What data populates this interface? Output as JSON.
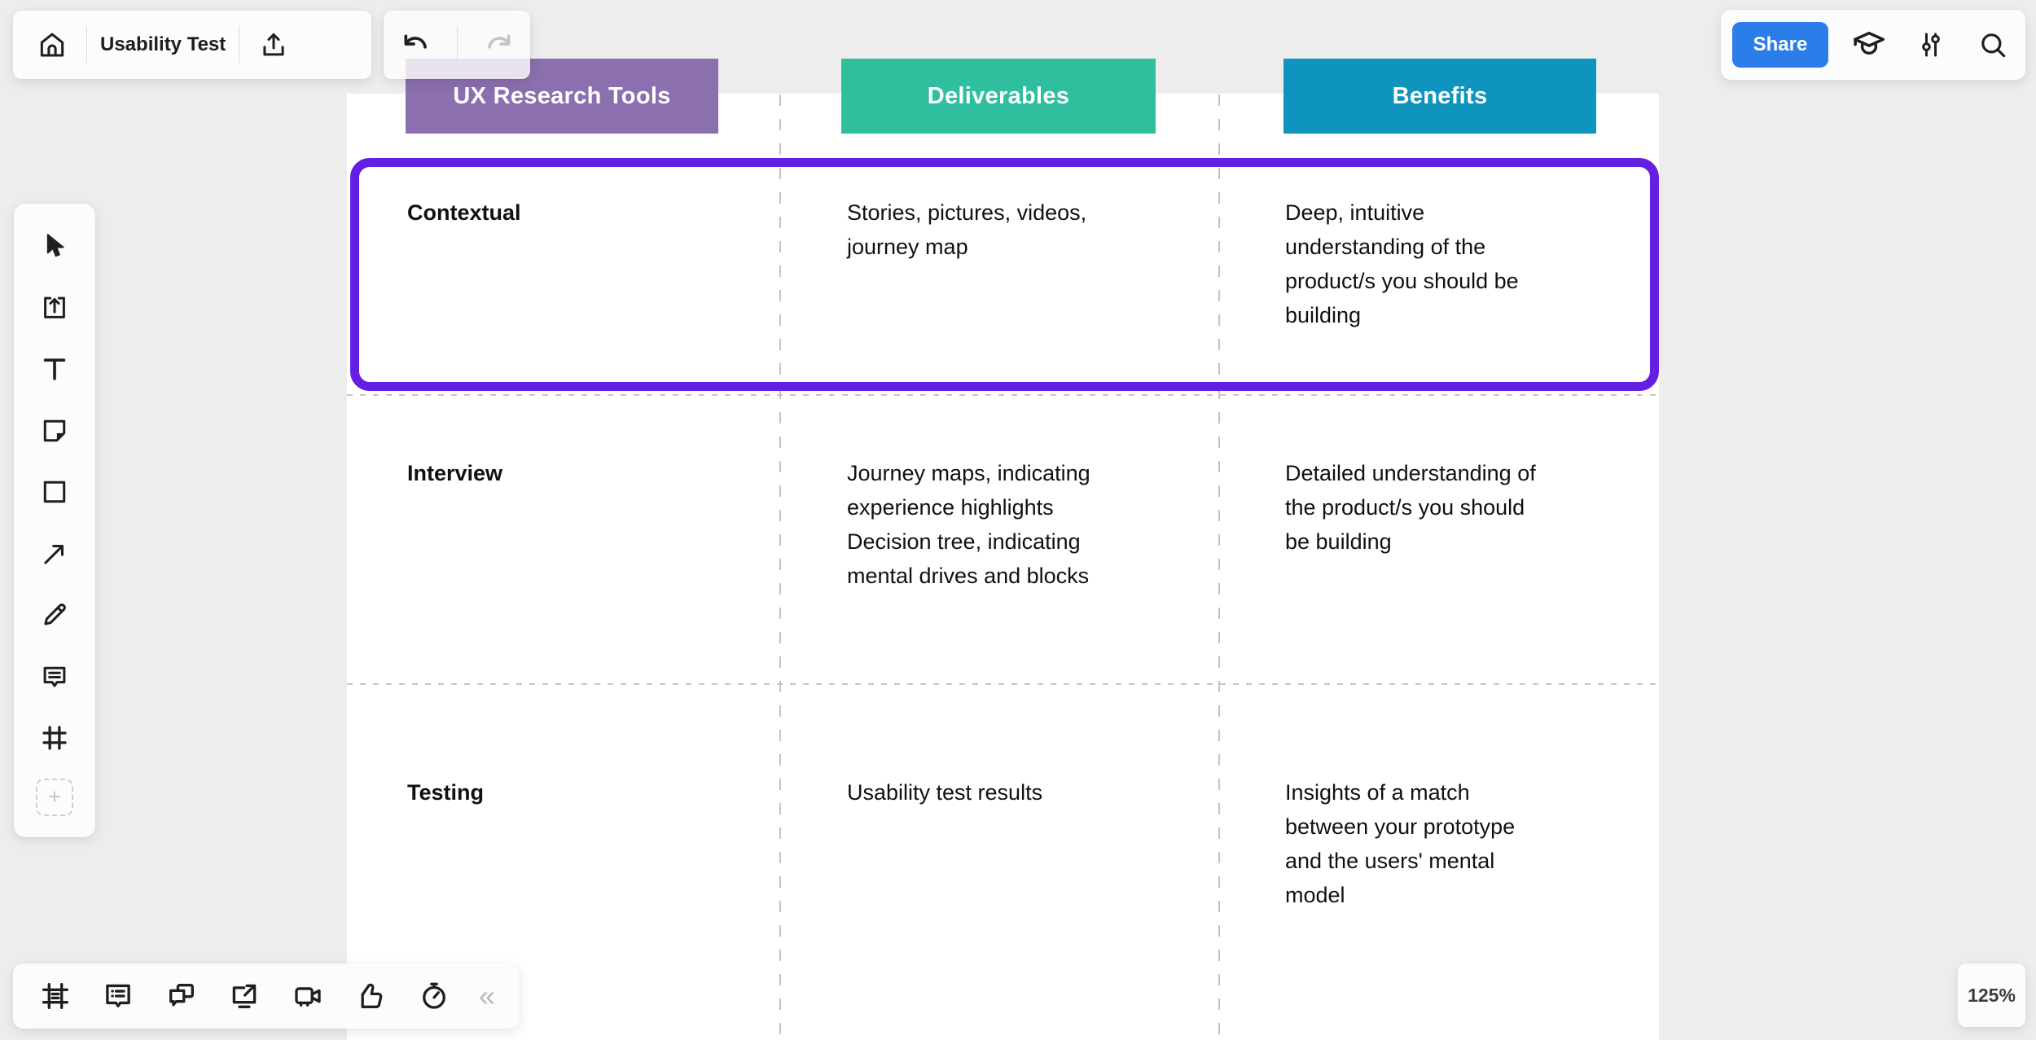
{
  "top_bar": {
    "board_title": "Usability Test",
    "share_label": "Share"
  },
  "zoom_indicator": "125%",
  "collapse_glyph": "«",
  "more_glyph": "+",
  "left_toolbar_tools": [
    "select",
    "upload",
    "text",
    "sticky-note",
    "shape",
    "arrow",
    "pen",
    "comment",
    "frame",
    "more"
  ],
  "bottom_toolbar_tools": [
    "frames",
    "notes",
    "chat",
    "present",
    "video-camera",
    "reactions",
    "timer",
    "collapse"
  ],
  "table": {
    "columns": [
      {
        "label": "UX Research Tools",
        "color": "#8b6fae"
      },
      {
        "label": "Deliverables",
        "color": "#2fbf9f"
      },
      {
        "label": "Benefits",
        "color": "#0f95bd"
      }
    ],
    "rows": [
      {
        "tool": "Contextual",
        "deliverables": "Stories, pictures, videos, journey map",
        "benefits": "Deep, intuitive understanding of the product/s you should be building",
        "selected": true
      },
      {
        "tool": "Interview",
        "deliverables": "Journey maps, indicating experience highlights Decision tree, indicating mental drives and blocks",
        "benefits": "Detailed understanding of the product/s you should be building",
        "selected": false
      },
      {
        "tool": "Testing",
        "deliverables": "Usability test results",
        "benefits": "Insights of a match between your prototype and the users' mental model",
        "selected": false
      }
    ]
  },
  "colors": {
    "background": "#ededee",
    "canvas": "#ffffff",
    "selection": "#651fe3",
    "share_button": "#2b7de9",
    "header_purple": "#8b6fae",
    "header_green": "#2fbf9f",
    "header_blue": "#0f95bd"
  }
}
